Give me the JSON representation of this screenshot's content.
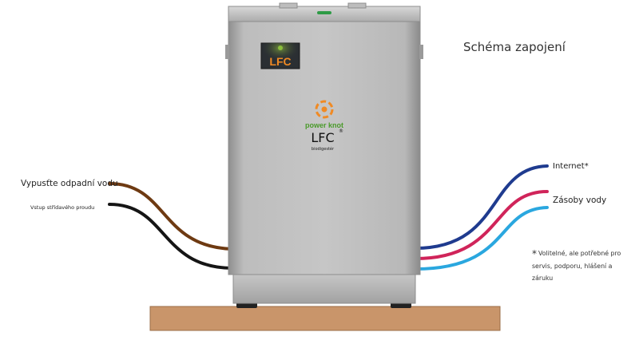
{
  "title": "Schéma zapojení",
  "device": {
    "badge_text": "LFC",
    "brand": "power knot",
    "model": "LFC",
    "registered": "®",
    "subtitle": "biodigestér"
  },
  "left_connections": [
    {
      "label": "Vypusťte odpadní vodu",
      "color": "#6e3a12"
    },
    {
      "label": "Vstup střídavého proudu",
      "color": "#151515"
    }
  ],
  "right_connections": [
    {
      "label": "Internet*",
      "color": "#1f3b8f"
    },
    {
      "label": "Zásoby vody",
      "color": "#d0245a"
    },
    {
      "label": "",
      "color": "#2aa7df"
    }
  ],
  "note": {
    "star": "*",
    "text": "Volitelné, ale potřebné pro servis, podporu, hlášení a záruku"
  },
  "colors": {
    "cabinet": "#b4b4b4",
    "base_wood": "#c9956a",
    "brand_orange": "#f08a24",
    "brand_green": "#4a9a2a"
  }
}
